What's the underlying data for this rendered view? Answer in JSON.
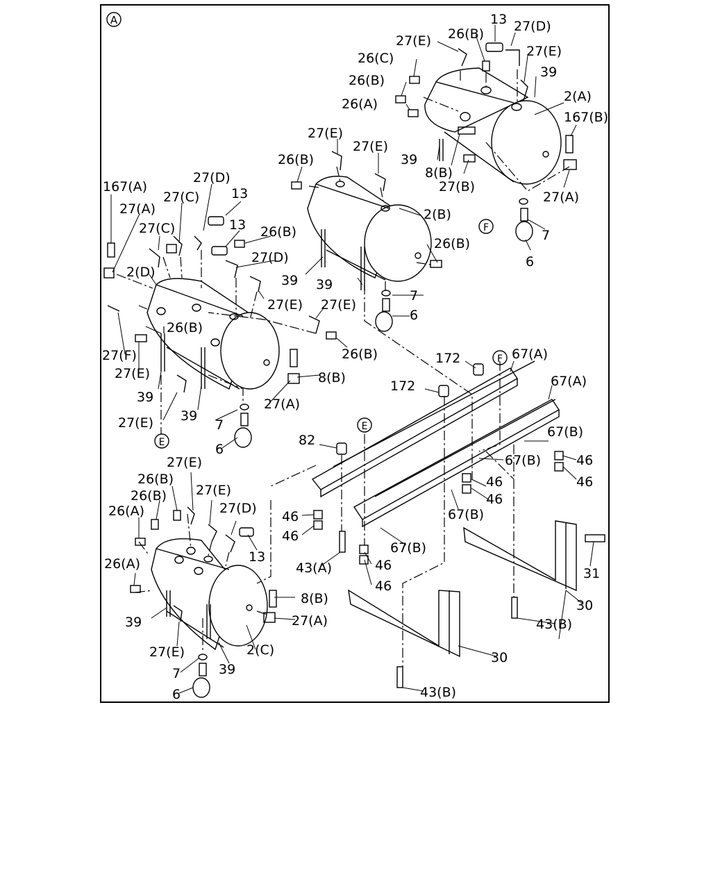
{
  "diagram": {
    "section_marker": "A",
    "ref_circles": [
      "E",
      "F"
    ],
    "labels": [
      {
        "id": "l1",
        "text": "13"
      },
      {
        "id": "l2",
        "text": "27(D)"
      },
      {
        "id": "l3",
        "text": "27(E)"
      },
      {
        "id": "l4",
        "text": "26(B)"
      },
      {
        "id": "l5",
        "text": "26(C)"
      },
      {
        "id": "l6",
        "text": "27(E)"
      },
      {
        "id": "l7",
        "text": "39"
      },
      {
        "id": "l8",
        "text": "26(B)"
      },
      {
        "id": "l9",
        "text": "2(A)"
      },
      {
        "id": "l10",
        "text": "26(A)"
      },
      {
        "id": "l11",
        "text": "167(B)"
      },
      {
        "id": "l12",
        "text": "27(E)"
      },
      {
        "id": "l13",
        "text": "27(E)"
      },
      {
        "id": "l14",
        "text": "26(B)"
      },
      {
        "id": "l15",
        "text": "39"
      },
      {
        "id": "l16",
        "text": "8(B)"
      },
      {
        "id": "l17",
        "text": "27(B)"
      },
      {
        "id": "l18",
        "text": "27(A)"
      },
      {
        "id": "l19",
        "text": "167(A)"
      },
      {
        "id": "l20",
        "text": "27(D)"
      },
      {
        "id": "l21",
        "text": "27(A)"
      },
      {
        "id": "l22",
        "text": "27(C)"
      },
      {
        "id": "l23",
        "text": "13"
      },
      {
        "id": "l24",
        "text": "2(B)"
      },
      {
        "id": "l25",
        "text": "27(C)"
      },
      {
        "id": "l26",
        "text": "13"
      },
      {
        "id": "l27",
        "text": "26(B)"
      },
      {
        "id": "l28",
        "text": "7"
      },
      {
        "id": "l29",
        "text": "26(B)"
      },
      {
        "id": "l30",
        "text": "27(D)"
      },
      {
        "id": "l31",
        "text": "6"
      },
      {
        "id": "l32",
        "text": "2(D)"
      },
      {
        "id": "l33",
        "text": "39"
      },
      {
        "id": "l34",
        "text": "39"
      },
      {
        "id": "l35",
        "text": "7"
      },
      {
        "id": "l36",
        "text": "27(E)"
      },
      {
        "id": "l37",
        "text": "27(E)"
      },
      {
        "id": "l38",
        "text": "6"
      },
      {
        "id": "l39",
        "text": "26(B)"
      },
      {
        "id": "l40",
        "text": "26(B)"
      },
      {
        "id": "l41",
        "text": "27(F)"
      },
      {
        "id": "l42",
        "text": "172"
      },
      {
        "id": "l43",
        "text": "67(A)"
      },
      {
        "id": "l44",
        "text": "27(E)"
      },
      {
        "id": "l45",
        "text": "8(B)"
      },
      {
        "id": "l46",
        "text": "67(A)"
      },
      {
        "id": "l47",
        "text": "39"
      },
      {
        "id": "l48",
        "text": "172"
      },
      {
        "id": "l49",
        "text": "27(A)"
      },
      {
        "id": "l50",
        "text": "27(E)"
      },
      {
        "id": "l51",
        "text": "39"
      },
      {
        "id": "l52",
        "text": "7"
      },
      {
        "id": "l53",
        "text": "67(B)"
      },
      {
        "id": "l54",
        "text": "6"
      },
      {
        "id": "l55",
        "text": "82"
      },
      {
        "id": "l56",
        "text": "67(B)"
      },
      {
        "id": "l57",
        "text": "46"
      },
      {
        "id": "l58",
        "text": "46"
      },
      {
        "id": "l59",
        "text": "27(E)"
      },
      {
        "id": "l60",
        "text": "46"
      },
      {
        "id": "l61",
        "text": "26(B)"
      },
      {
        "id": "l62",
        "text": "27(E)"
      },
      {
        "id": "l63",
        "text": "46"
      },
      {
        "id": "l64",
        "text": "26(B)"
      },
      {
        "id": "l65",
        "text": "27(D)"
      },
      {
        "id": "l66",
        "text": "67(B)"
      },
      {
        "id": "l67",
        "text": "26(A)"
      },
      {
        "id": "l68",
        "text": "46"
      },
      {
        "id": "l69",
        "text": "46"
      },
      {
        "id": "l70",
        "text": "67(B)"
      },
      {
        "id": "l71",
        "text": "13"
      },
      {
        "id": "l72",
        "text": "43(A)"
      },
      {
        "id": "l73",
        "text": "46"
      },
      {
        "id": "l74",
        "text": "46"
      },
      {
        "id": "l75",
        "text": "31"
      },
      {
        "id": "l76",
        "text": "26(A)"
      },
      {
        "id": "l77",
        "text": "8(B)"
      },
      {
        "id": "l78",
        "text": "30"
      },
      {
        "id": "l79",
        "text": "39"
      },
      {
        "id": "l80",
        "text": "27(A)"
      },
      {
        "id": "l81",
        "text": "43(B)"
      },
      {
        "id": "l82",
        "text": "27(E)"
      },
      {
        "id": "l83",
        "text": "2(C)"
      },
      {
        "id": "l84",
        "text": "30"
      },
      {
        "id": "l85",
        "text": "7"
      },
      {
        "id": "l86",
        "text": "39"
      },
      {
        "id": "l87",
        "text": "6"
      },
      {
        "id": "l88",
        "text": "43(B)"
      }
    ]
  }
}
